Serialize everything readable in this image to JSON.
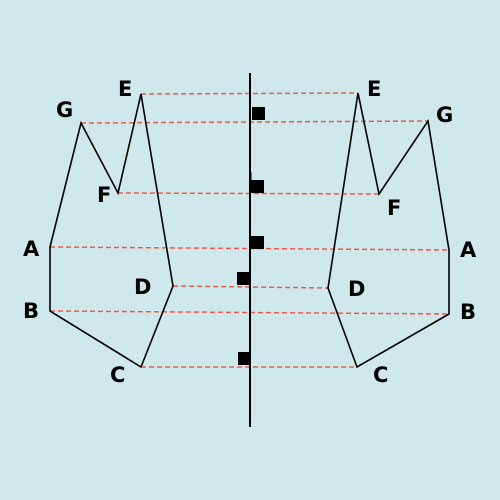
{
  "colors": {
    "background": "#cfe8eb",
    "outline": "#000000",
    "connector": "#ee5a52",
    "marker": "#000000"
  },
  "labels": {
    "left": {
      "G": "G",
      "E": "E",
      "F": "F",
      "A": "A",
      "D": "D",
      "B": "B",
      "C": "C"
    },
    "right": {
      "E": "E",
      "G": "G",
      "F": "F",
      "A": "A",
      "D": "D",
      "B": "B",
      "C": "C"
    }
  },
  "figure": {
    "description_marks": [
      "mirror-axis",
      "left-polygon",
      "right-polygon",
      "connector-lines",
      "right-angle-markers"
    ]
  }
}
